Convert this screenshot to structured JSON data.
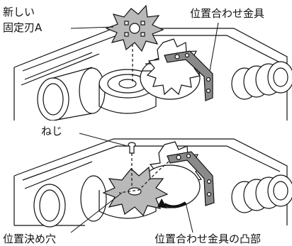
{
  "diagram": {
    "top_panel": {
      "labels": {
        "new_blade_line1": "新しい",
        "new_blade_line2": "固定刃A",
        "positioning_bracket": "位置合わせ金具"
      }
    },
    "bottom_panel": {
      "labels": {
        "screw": "ねじ",
        "positioning_hole": "位置決め穴",
        "bracket_protrusion": "位置合わせ金具の凸部"
      }
    },
    "colors": {
      "line": "#111111",
      "blade_fill": "#b9b9b9",
      "bracket_fill": "#8a8a8a",
      "background": "#ffffff"
    }
  }
}
